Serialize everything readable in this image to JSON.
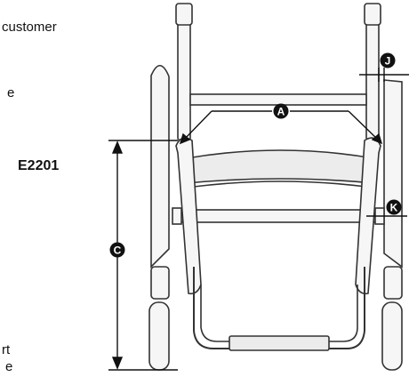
{
  "fragments": {
    "top_right_word": "customer",
    "right_letter": "e",
    "bottom_word_1": "rt",
    "bottom_word_2": "e"
  },
  "code_label": "E2201",
  "callouts": {
    "a": "A",
    "c": "C",
    "j": "J",
    "k": "K"
  },
  "colors": {
    "line": "#111111",
    "frame_fill": "#f6f6f6",
    "frame_stroke": "#333333",
    "badge": "#111111",
    "badge_text": "#ffffff"
  }
}
